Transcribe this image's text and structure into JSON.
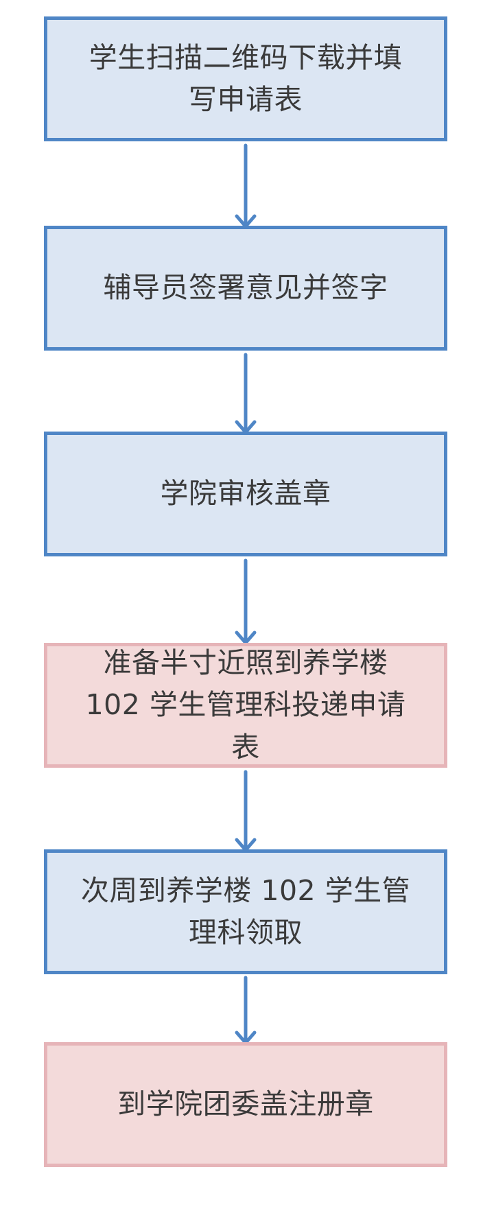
{
  "colors": {
    "blue_border": "#4f86c6",
    "blue_fill": "#dce6f3",
    "pink_border": "#e6b4b8",
    "pink_fill": "#f3dada",
    "arrow": "#4f86c6",
    "text": "#3a3a3a"
  },
  "steps": [
    {
      "label": "学生扫描二维码下载并填\n写申请表",
      "style": "blue"
    },
    {
      "label": "辅导员签署意见并签字",
      "style": "blue"
    },
    {
      "label": "学院审核盖章",
      "style": "blue"
    },
    {
      "label": "准备半寸近照到养学楼\n102 学生管理科投递申请\n表",
      "style": "pink"
    },
    {
      "label": "次周到养学楼 102 学生管\n理科领取",
      "style": "blue"
    },
    {
      "label": "到学院团委盖注册章",
      "style": "pink"
    }
  ]
}
